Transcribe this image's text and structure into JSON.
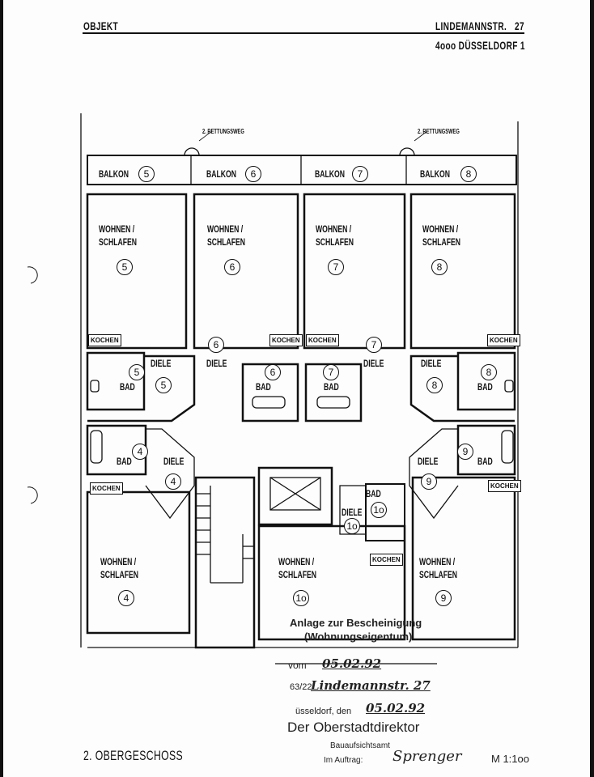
{
  "header": {
    "objekt": "OBJEKT",
    "street": "LINDEMANNSTR.",
    "house_no": "27",
    "city": "4ooo DÜSSELDORF 1"
  },
  "escape_route": "2. RETTUNGSWEG",
  "balconies": [
    {
      "label": "BALKON",
      "no": "5"
    },
    {
      "label": "BALKON",
      "no": "6"
    },
    {
      "label": "BALKON",
      "no": "7"
    },
    {
      "label": "BALKON",
      "no": "8"
    }
  ],
  "rooms": {
    "living": "WOHNEN /",
    "sleeping": "SCHLAFEN",
    "kitchen": "KOCHEN",
    "hall": "DIELE",
    "bath": "BAD"
  },
  "units": [
    "4",
    "5",
    "6",
    "7",
    "8",
    "9",
    "1o"
  ],
  "stamp": {
    "line1": "Anlage zur Bescheinigung",
    "line2": "(Wohnungseigentum)",
    "vom_label": "vom",
    "vom_date": "05.02.92",
    "ref_prefix": "63/22",
    "ref_address": "Lindemannstr. 27",
    "place_label": "üsseldorf, den",
    "place_date": "05.02.92",
    "authority": "Der Oberstadtdirektor",
    "office": "Bauaufsichtsamt",
    "order": "Im Auftrag:",
    "signature": "Sprenger"
  },
  "floor": "2. OBERGESCHOSS",
  "scale": "M 1:1oo"
}
